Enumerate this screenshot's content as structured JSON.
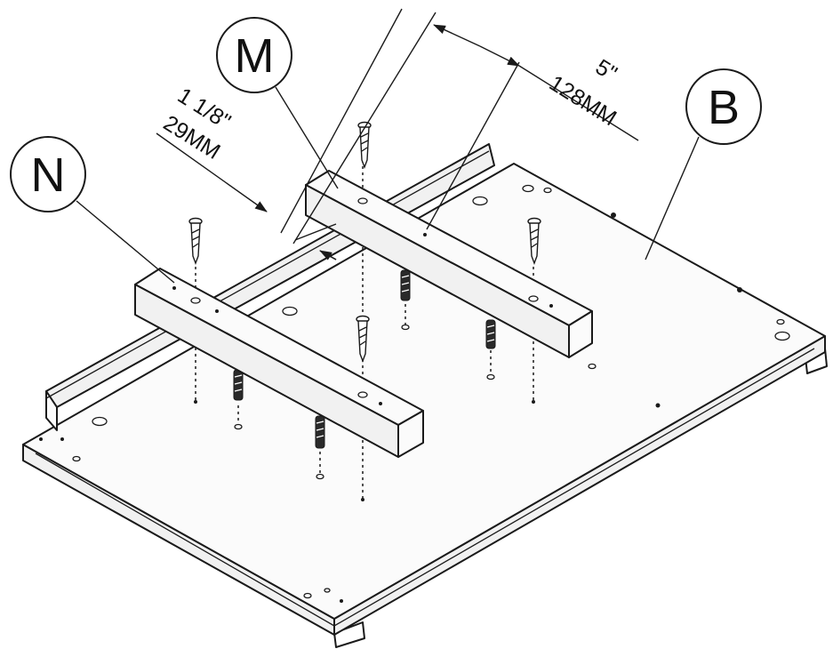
{
  "callouts": {
    "n": "N",
    "m": "M",
    "b": "B"
  },
  "dimensions": {
    "short_imperial": "1 1/8\"",
    "short_metric": "29MM",
    "long_imperial": "5\"",
    "long_metric": "128MM"
  },
  "icons": {
    "screw": "screw-icon",
    "dowel": "dowel-icon"
  }
}
